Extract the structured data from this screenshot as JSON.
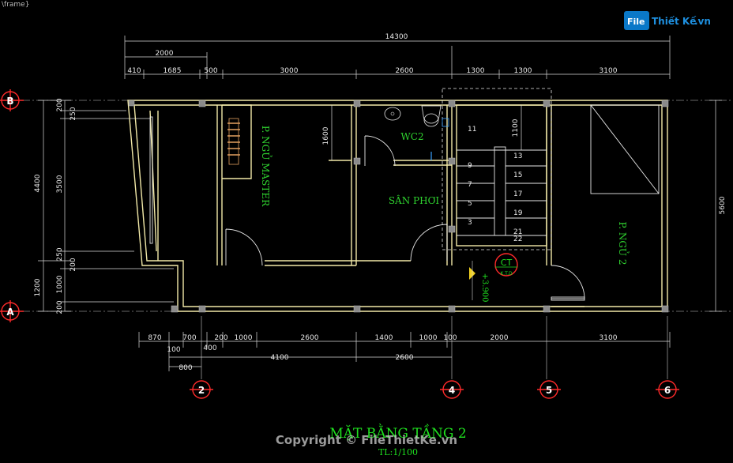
{
  "top_fragment": "\\frame}",
  "logo": {
    "left": "File",
    "right": "Thiết Kế",
    "tld": ".vn"
  },
  "overall_dimension": "14300",
  "dims_top_row2": [
    "2000"
  ],
  "dims_top_row3": [
    "410",
    "1685",
    "500",
    "3000",
    "2600",
    "1300",
    "1300",
    "3100"
  ],
  "dims_bottom_row1": [
    "870",
    "700",
    "200",
    "1000",
    "2600",
    "1400",
    "1000",
    "100",
    "2000",
    "3100"
  ],
  "dims_bottom_row1b": [
    "100",
    "400"
  ],
  "dims_bottom_row2": [
    "4100",
    "2600"
  ],
  "dims_bottom_row3": [
    "800"
  ],
  "dims_left_outer": [
    "4400",
    "1200"
  ],
  "dims_left_inner": [
    "200",
    "250",
    "3500",
    "250",
    "200",
    "1000",
    "200"
  ],
  "dims_right": [
    "5600"
  ],
  "dims_internal": {
    "bedroom_closet": "1600",
    "stair_top": "1100"
  },
  "grid_axes_horizontal": [
    "B",
    "A"
  ],
  "grid_axes_vertical": [
    "2",
    "4",
    "5",
    "6"
  ],
  "rooms": {
    "master": "P. NGỦ MASTER",
    "wc": "WC2",
    "san_phoi": "SÂN PHƠI",
    "bedroom2": "P. NGỦ 2"
  },
  "stairs": {
    "left": [
      "11",
      "9",
      "7",
      "5",
      "3"
    ],
    "right": [
      "13",
      "15",
      "17",
      "19",
      "21",
      "22"
    ]
  },
  "level_mark": "+3.900",
  "ct_symbol": {
    "top": "CT",
    "bottom": "K.T.D"
  },
  "title": "MẶT BẰNG TẦNG 2",
  "scale": "TL:1/100",
  "copyright": "Copyright © FileThietKe.vn"
}
